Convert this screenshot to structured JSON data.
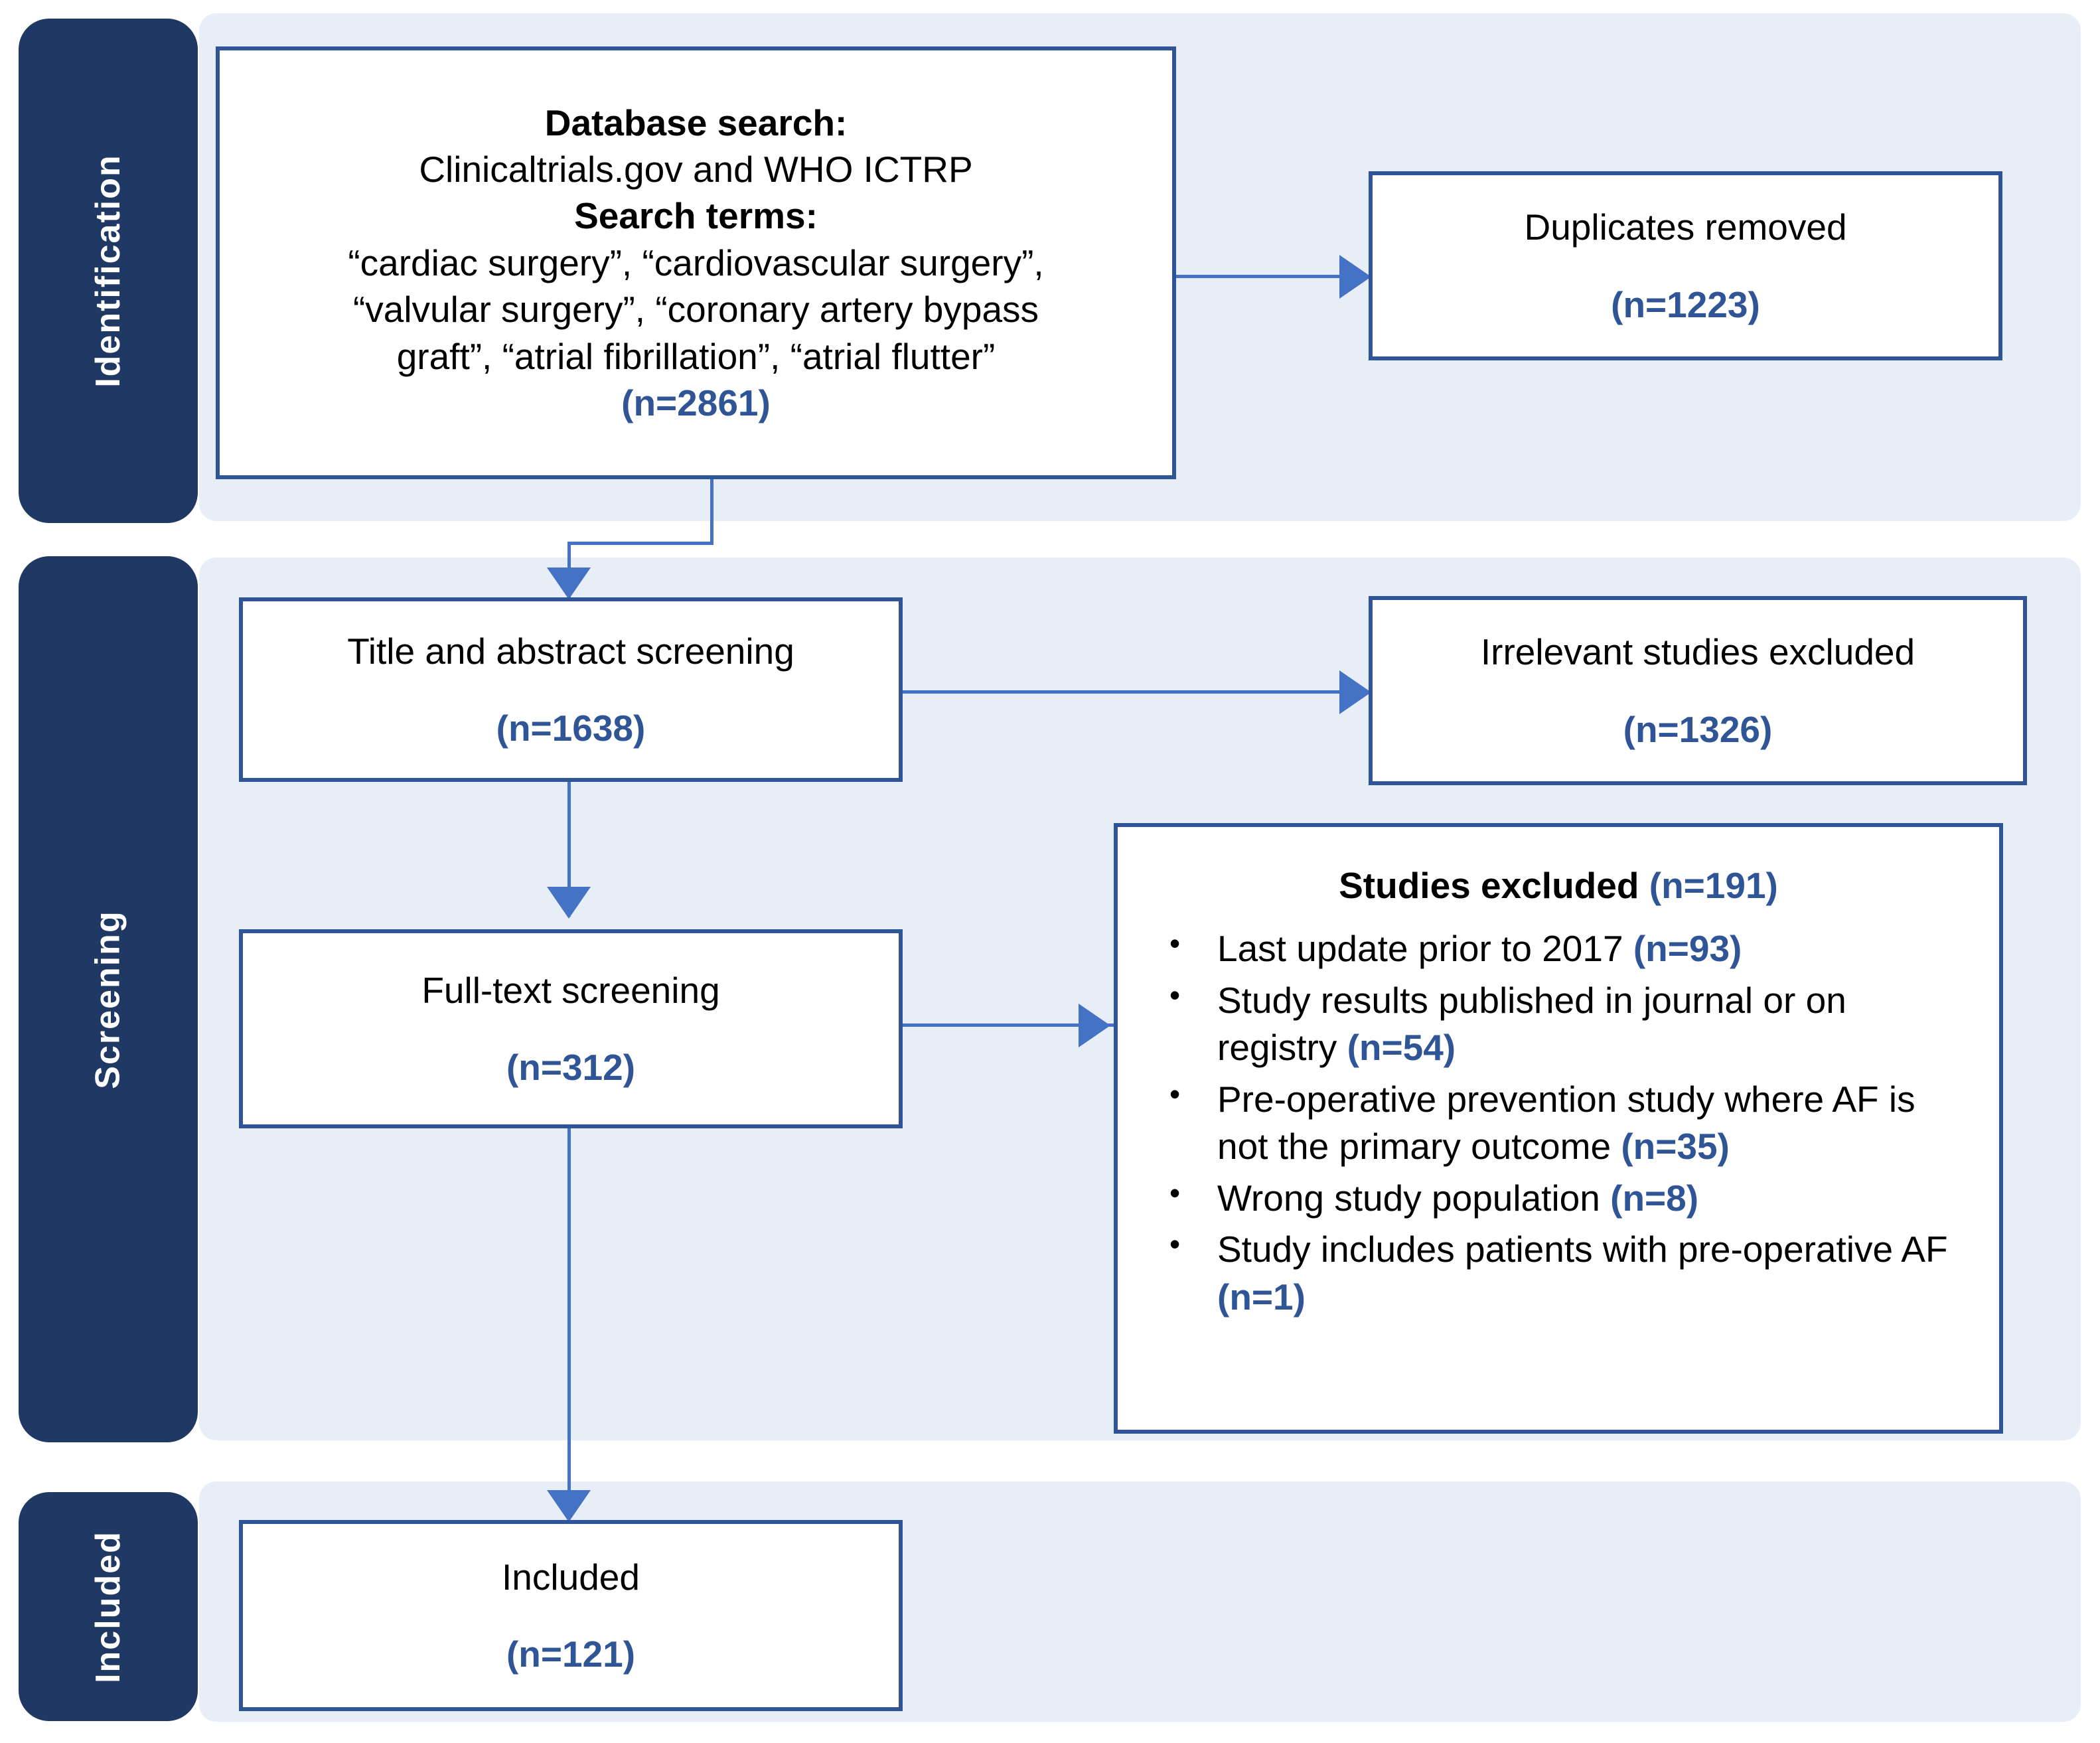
{
  "diagram": {
    "type": "prisma-flow-diagram",
    "accent_blue": "#2f5597",
    "connector_blue": "#4472c4",
    "sidebar_navy": "#1f3864",
    "band_fill": "#e8eef8"
  },
  "stages": [
    {
      "label": "Identification"
    },
    {
      "label": "Screening"
    },
    {
      "label": "Included"
    }
  ],
  "boxes": {
    "database_search": {
      "heading_1": "Database search:",
      "sources": "Clinicaltrials.gov and WHO ICTRP",
      "heading_2": "Search terms:",
      "terms_line_1": "“cardiac surgery”, “cardiovascular surgery”,",
      "terms_line_2": "“valvular surgery”, “coronary artery bypass",
      "terms_line_3": "graft”, “atrial fibrillation”, “atrial flutter”",
      "count": "(n=2861)"
    },
    "duplicates_removed": {
      "label": "Duplicates removed",
      "count": "(n=1223)"
    },
    "title_abstract_screening": {
      "label": "Title and abstract screening",
      "count": "(n=1638)"
    },
    "irrelevant_excluded": {
      "label": "Irrelevant studies excluded",
      "count": "(n=1326)"
    },
    "full_text_screening": {
      "label": "Full-text screening",
      "count": "(n=312)"
    },
    "studies_excluded": {
      "title_text": "Studies excluded ",
      "title_count": "(n=191)",
      "reasons": [
        {
          "text": "Last update prior to 2017 ",
          "count": "(n=93)"
        },
        {
          "text": "Study results published in journal or on registry ",
          "count": "(n=54)"
        },
        {
          "text": "Pre-operative prevention study where AF is not the primary outcome ",
          "count": "(n=35)"
        },
        {
          "text": "Wrong study population ",
          "count": "(n=8)"
        },
        {
          "text": "Study includes patients with pre-operative AF ",
          "count": "(n=1)"
        }
      ]
    },
    "included": {
      "label": "Included",
      "count": "(n=121)"
    }
  }
}
